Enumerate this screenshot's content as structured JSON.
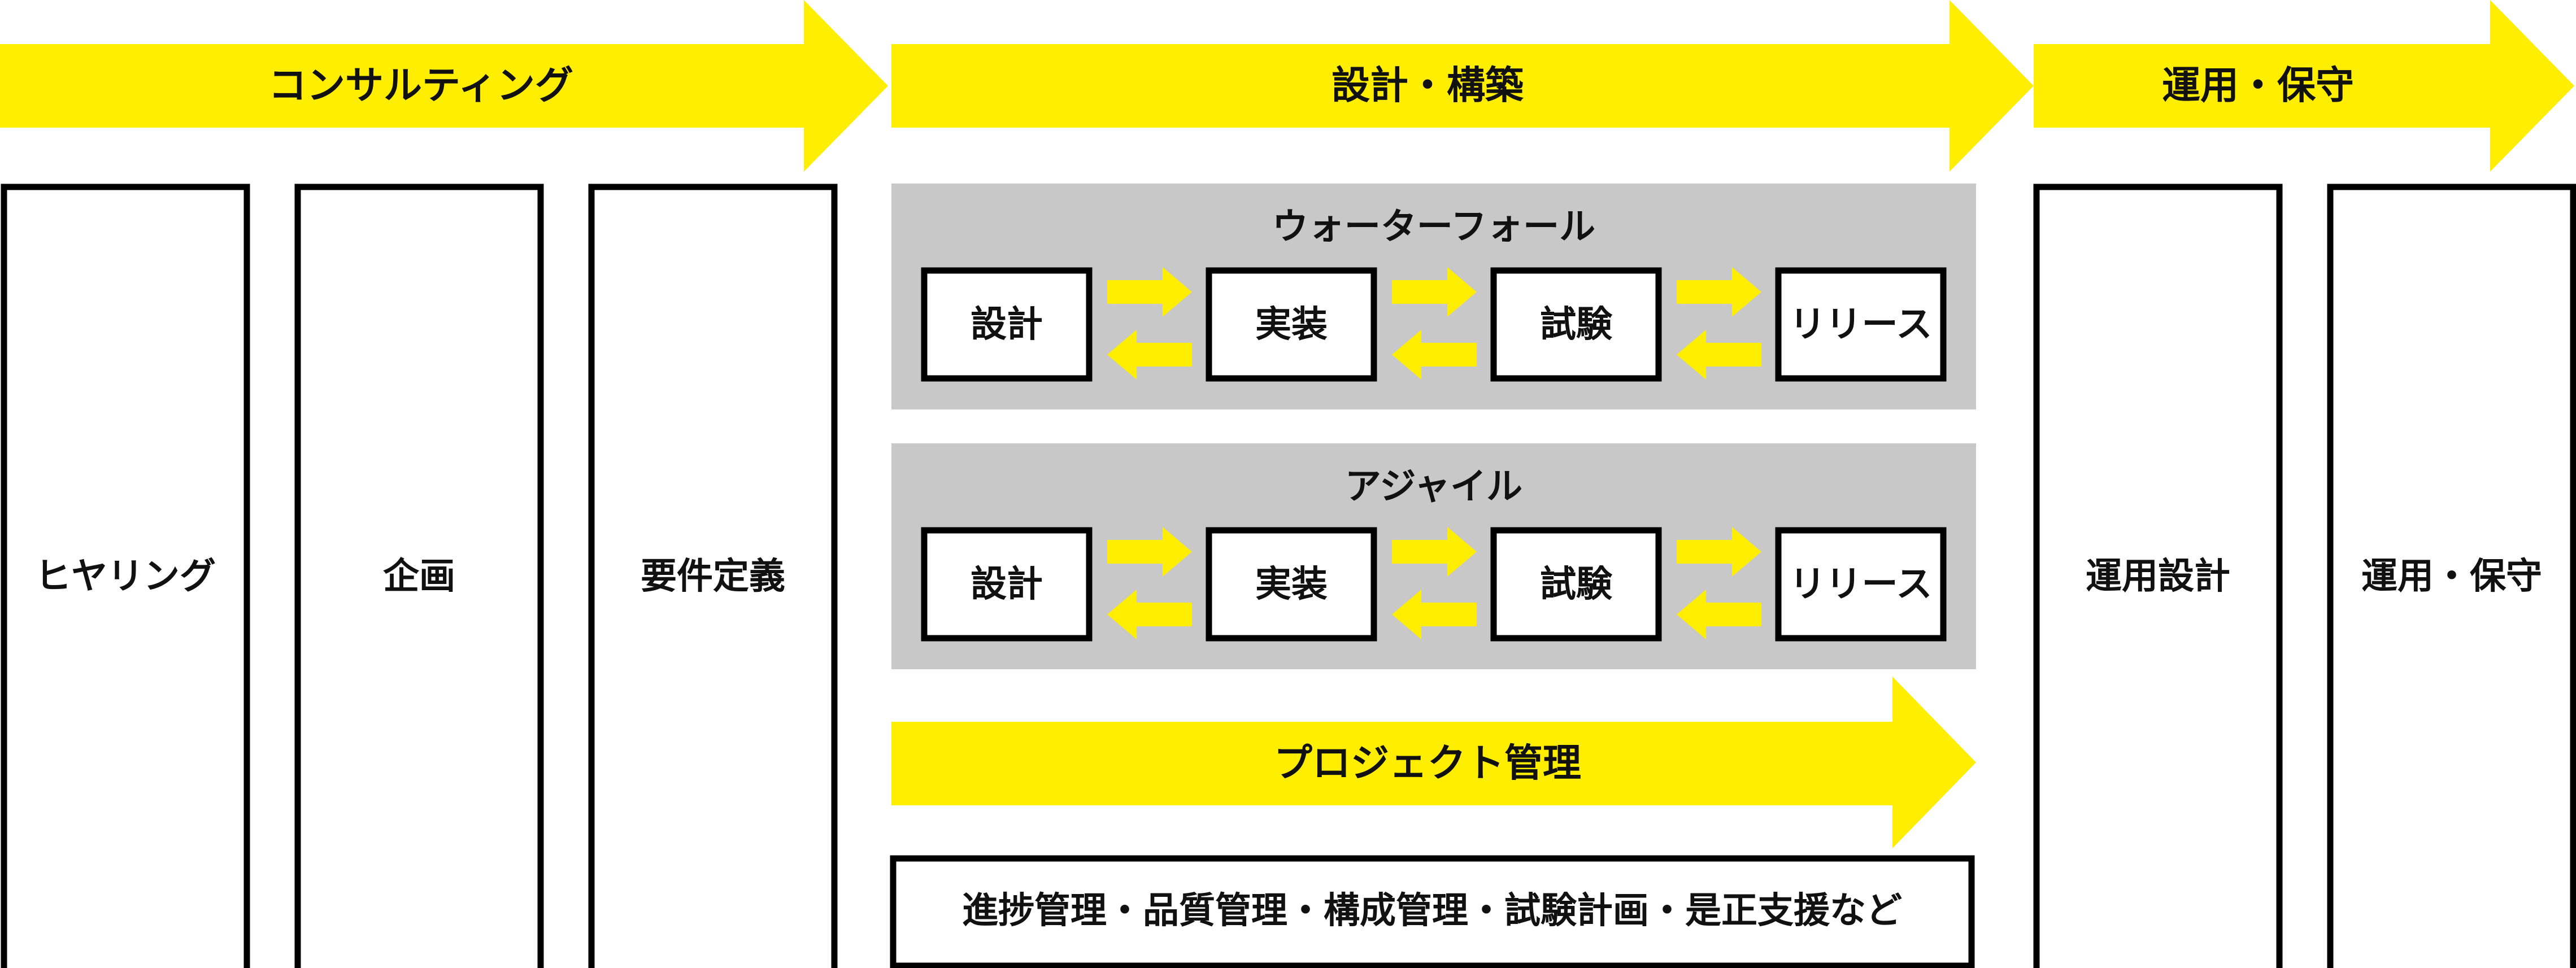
{
  "colors": {
    "arrow": "#ffee00",
    "panel": "#c8c8c8",
    "border": "#000000",
    "text": "#111111",
    "background": "#ffffff"
  },
  "phases": {
    "consulting": {
      "label": "コンサルティング",
      "columns": [
        "ヒヤリング",
        "企画",
        "要件定義"
      ]
    },
    "design_build": {
      "label": "設計・構築",
      "waterfall": {
        "title": "ウォーターフォール",
        "steps": [
          "設計",
          "実装",
          "試験",
          "リリース"
        ]
      },
      "agile": {
        "title": "アジャイル",
        "steps": [
          "設計",
          "実装",
          "試験",
          "リリース"
        ]
      },
      "project_management": {
        "label": "プロジェクト管理",
        "tasks": "進捗管理・品質管理・構成管理・試験計画・是正支援など"
      }
    },
    "operations": {
      "label": "運用・保守",
      "columns": [
        "運用設計",
        "運用・保守"
      ]
    }
  }
}
